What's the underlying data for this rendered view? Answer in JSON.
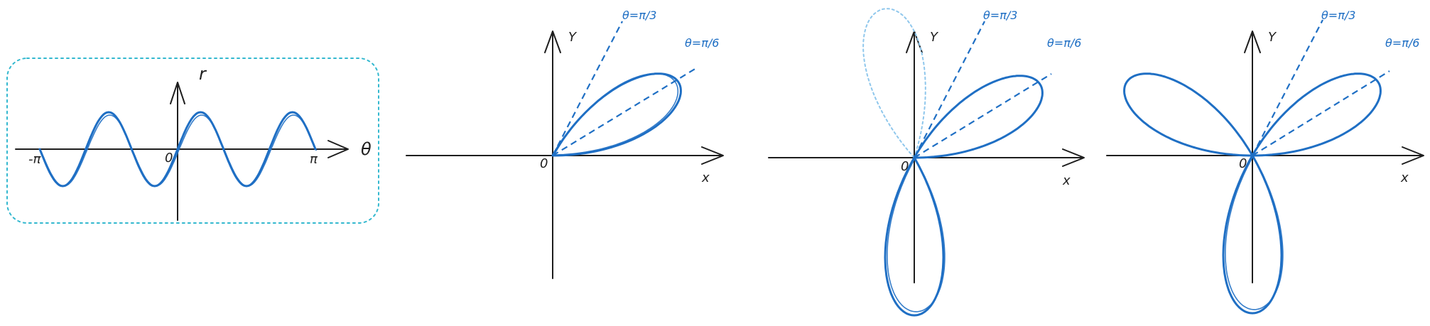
{
  "colors": {
    "curve": "#1f6fc4",
    "ghost": "#8fc7ec",
    "frame": "#33b8cf",
    "axis": "#1e1e1e"
  },
  "graph": {
    "r_label": "r",
    "theta_label": "θ",
    "origin_label": "0",
    "neg_pi_label": "-π",
    "pi_label": "π"
  },
  "polar_panels": [
    {
      "y_label": "Y",
      "x_label": "x",
      "origin_label": "0",
      "ray_pi3_label": "θ=π/3",
      "ray_pi6_label": "θ=π/6"
    },
    {
      "y_label": "Y",
      "x_label": "x",
      "origin_label": "0",
      "ray_pi3_label": "θ=π/3",
      "ray_pi6_label": "θ=π/6"
    },
    {
      "y_label": "Y",
      "x_label": "x",
      "origin_label": "0",
      "ray_pi3_label": "θ=π/3",
      "ray_pi6_label": "θ=π/6"
    }
  ]
}
